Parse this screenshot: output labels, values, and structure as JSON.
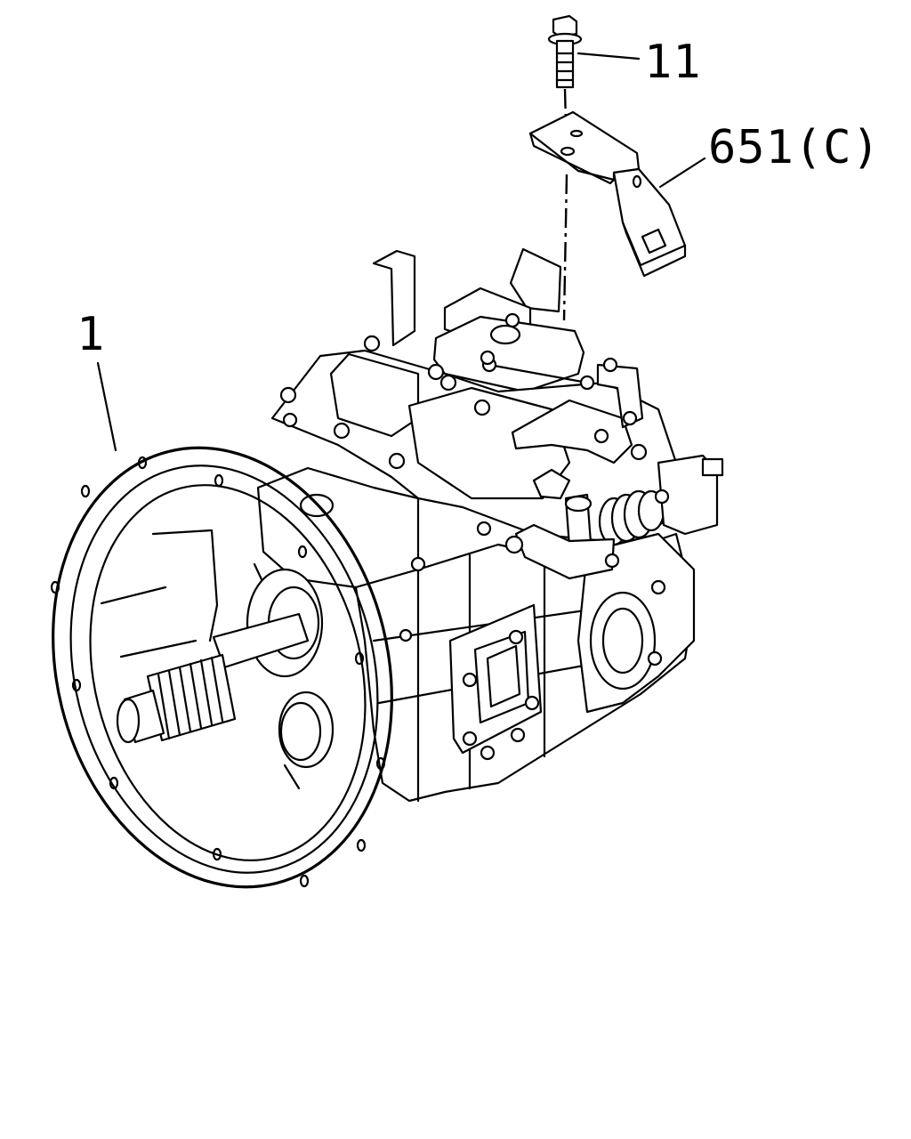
{
  "callouts": {
    "transmission": "1",
    "bolt": "11",
    "bracket": "651(C)"
  },
  "colors": {
    "line": "#000000",
    "background": "#ffffff"
  }
}
